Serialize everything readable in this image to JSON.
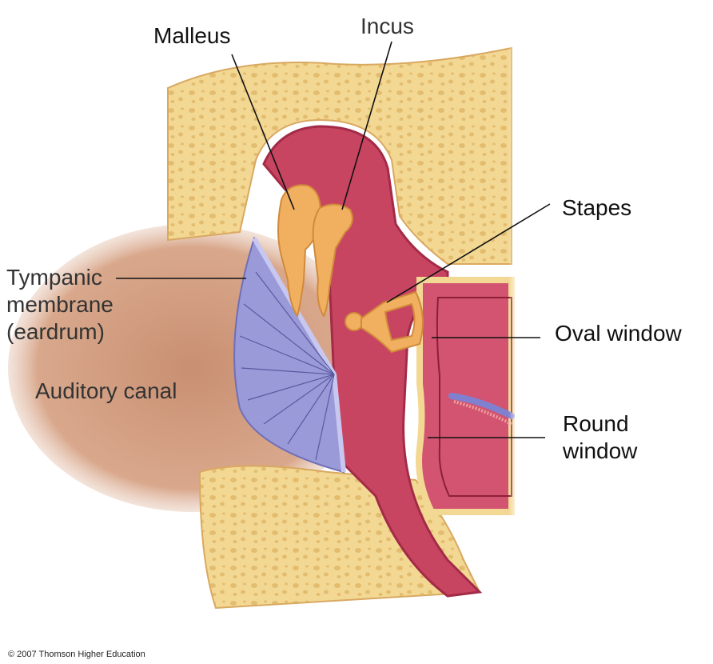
{
  "labels": {
    "malleus": "Malleus",
    "incus": "Incus",
    "stapes": "Stapes",
    "tympanic": [
      "Tympanic",
      "membrane",
      "(eardrum)"
    ],
    "auditory_canal": "Auditory canal",
    "oval_window": "Oval window",
    "round_window": [
      "Round",
      "window"
    ]
  },
  "copyright": "© 2007 Thomson Higher Education",
  "colors": {
    "bone": "#f3d894",
    "bone_pores": "#e3bd6f",
    "cavity": "#c84561",
    "cavity_dark": "#a32b47",
    "canal": "#c98f72",
    "eardrum": "#9a9ad8",
    "ossicle": "#f0b060",
    "inner_ear": "#d25470"
  }
}
